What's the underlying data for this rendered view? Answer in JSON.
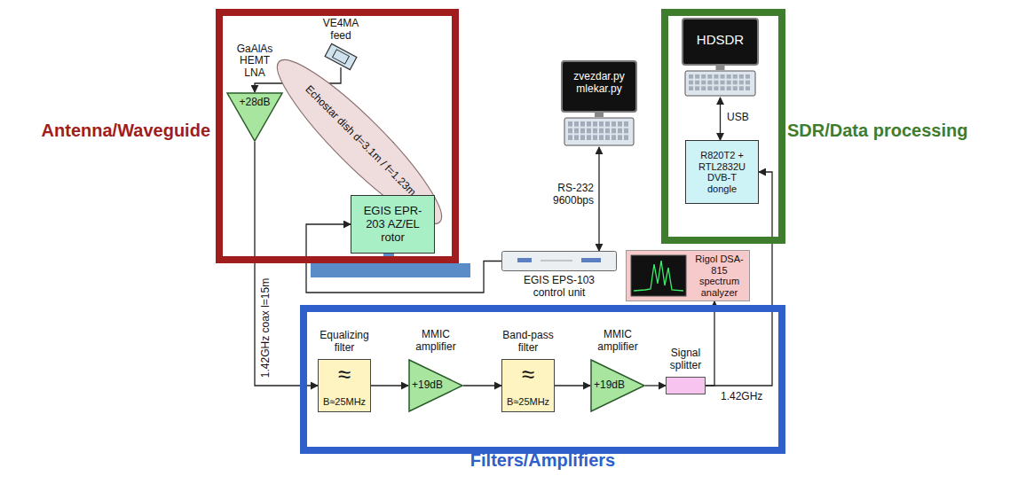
{
  "diagram": {
    "nodes": [
      {
        "text": [
          "Antenna/Waveguide"
        ]
      },
      {
        "text": [
          "VE4MA feed"
        ],
        "in": 0
      },
      {
        "text": [
          "GaAlAs HEMT LNA",
          "+28dB"
        ],
        "in": 0
      },
      {
        "text": [
          "Echostar dish d=3.1m / f=1.23m"
        ],
        "in": 0
      },
      {
        "text": [
          "EGIS EPR-203 AZ/EL rotor"
        ],
        "in": 0
      },
      {
        "text": [
          "zvezdar.py mlekar.py"
        ]
      },
      {
        "text": [
          "SDR/Data processing"
        ]
      },
      {
        "text": [
          "HDSDR"
        ],
        "in": 6
      },
      {
        "text": [
          "R820T2 + RTL2832U DVB-T dongle"
        ],
        "in": 6
      },
      {
        "text": [
          "EGIS EPS-103 control unit"
        ]
      },
      {
        "text": [
          "Rigol DSA-815 spectrum analyzer"
        ]
      },
      {
        "text": [
          "Filters/Amplifiers"
        ]
      },
      {
        "text": [
          "Equalizing filter",
          "≈",
          "B≈25MHz"
        ],
        "in": 11
      },
      {
        "text": [
          "MMIC amplifier",
          "+19dB"
        ],
        "in": 11
      },
      {
        "text": [
          "Band-pass filter",
          "≈",
          "B≈25MHz"
        ],
        "in": 11
      },
      {
        "text": [
          "MMIC amplifier",
          "+19dB"
        ],
        "in": 11
      },
      {
        "text": [
          "Signal splitter"
        ],
        "in": 11
      }
    ],
    "edges": [
      {
        "from": 1,
        "to": 2,
        "arrow": "to"
      },
      {
        "from": 2,
        "to": 12,
        "arrow": "to",
        "label": "1.42GHz coax l=15m"
      },
      {
        "from": 9,
        "to": 4,
        "arrow": "to"
      },
      {
        "from": 5,
        "to": 9,
        "arrow": "both",
        "label": "RS-232 9600bps"
      },
      {
        "from": 7,
        "to": 8,
        "arrow": "both",
        "label": "USB"
      },
      {
        "from": 12,
        "to": 13,
        "arrow": "to"
      },
      {
        "from": 13,
        "to": 14,
        "arrow": "to"
      },
      {
        "from": 14,
        "to": 15,
        "arrow": "to"
      },
      {
        "from": 15,
        "to": 16,
        "arrow": "to"
      },
      {
        "from": 16,
        "to": 10,
        "arrow": "to"
      },
      {
        "from": 16,
        "to": 8,
        "arrow": "to",
        "label": "1.42GHz"
      }
    ]
  }
}
